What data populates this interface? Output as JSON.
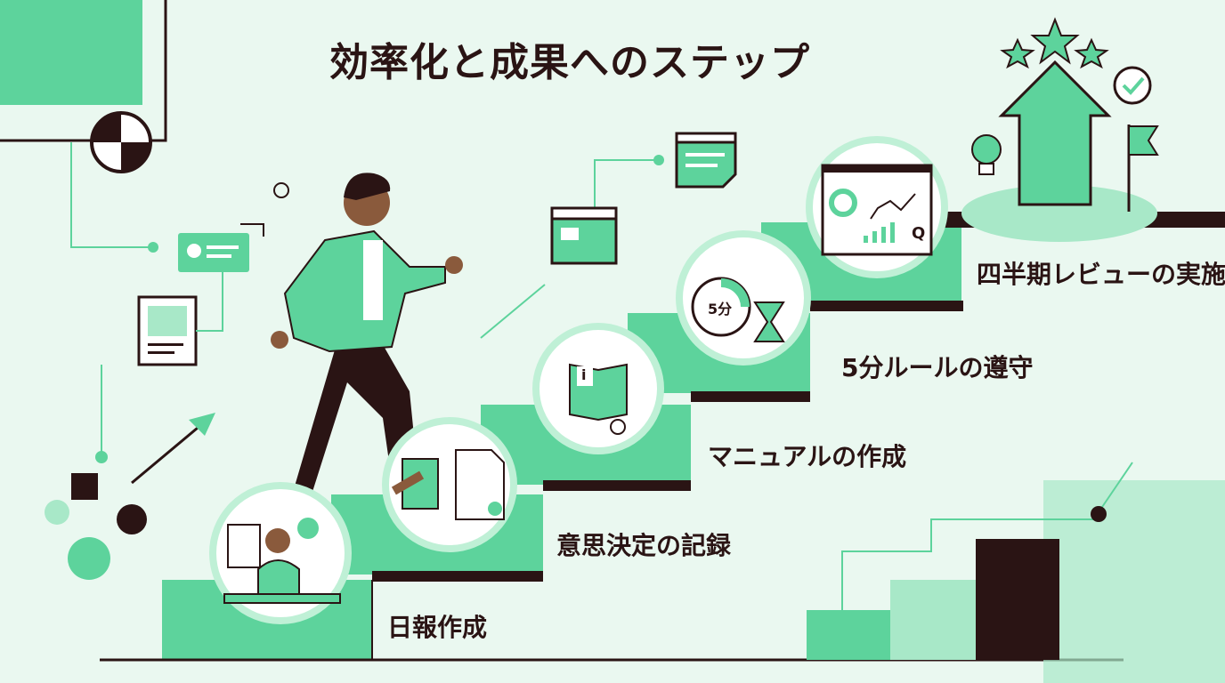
{
  "title": "効率化と成果へのステップ",
  "steps": [
    {
      "label": "日報作成",
      "icon": "person-writing-report-icon"
    },
    {
      "label": "意思決定の記録",
      "icon": "gavel-and-flowchart-icon"
    },
    {
      "label": "マニュアルの作成",
      "icon": "manual-book-icon"
    },
    {
      "label": "5分ルールの遵守",
      "icon": "stopwatch-hourglass-icon",
      "badge": "5分"
    },
    {
      "label": "四半期レビューの実施",
      "icon": "quarterly-dashboard-icon",
      "badge": "Q"
    }
  ],
  "manual_badge": "i",
  "colors": {
    "green": "#5dd39c",
    "light_green": "#a8e8c8",
    "dark": "#2a1414",
    "bg": "#eaf8f0"
  }
}
